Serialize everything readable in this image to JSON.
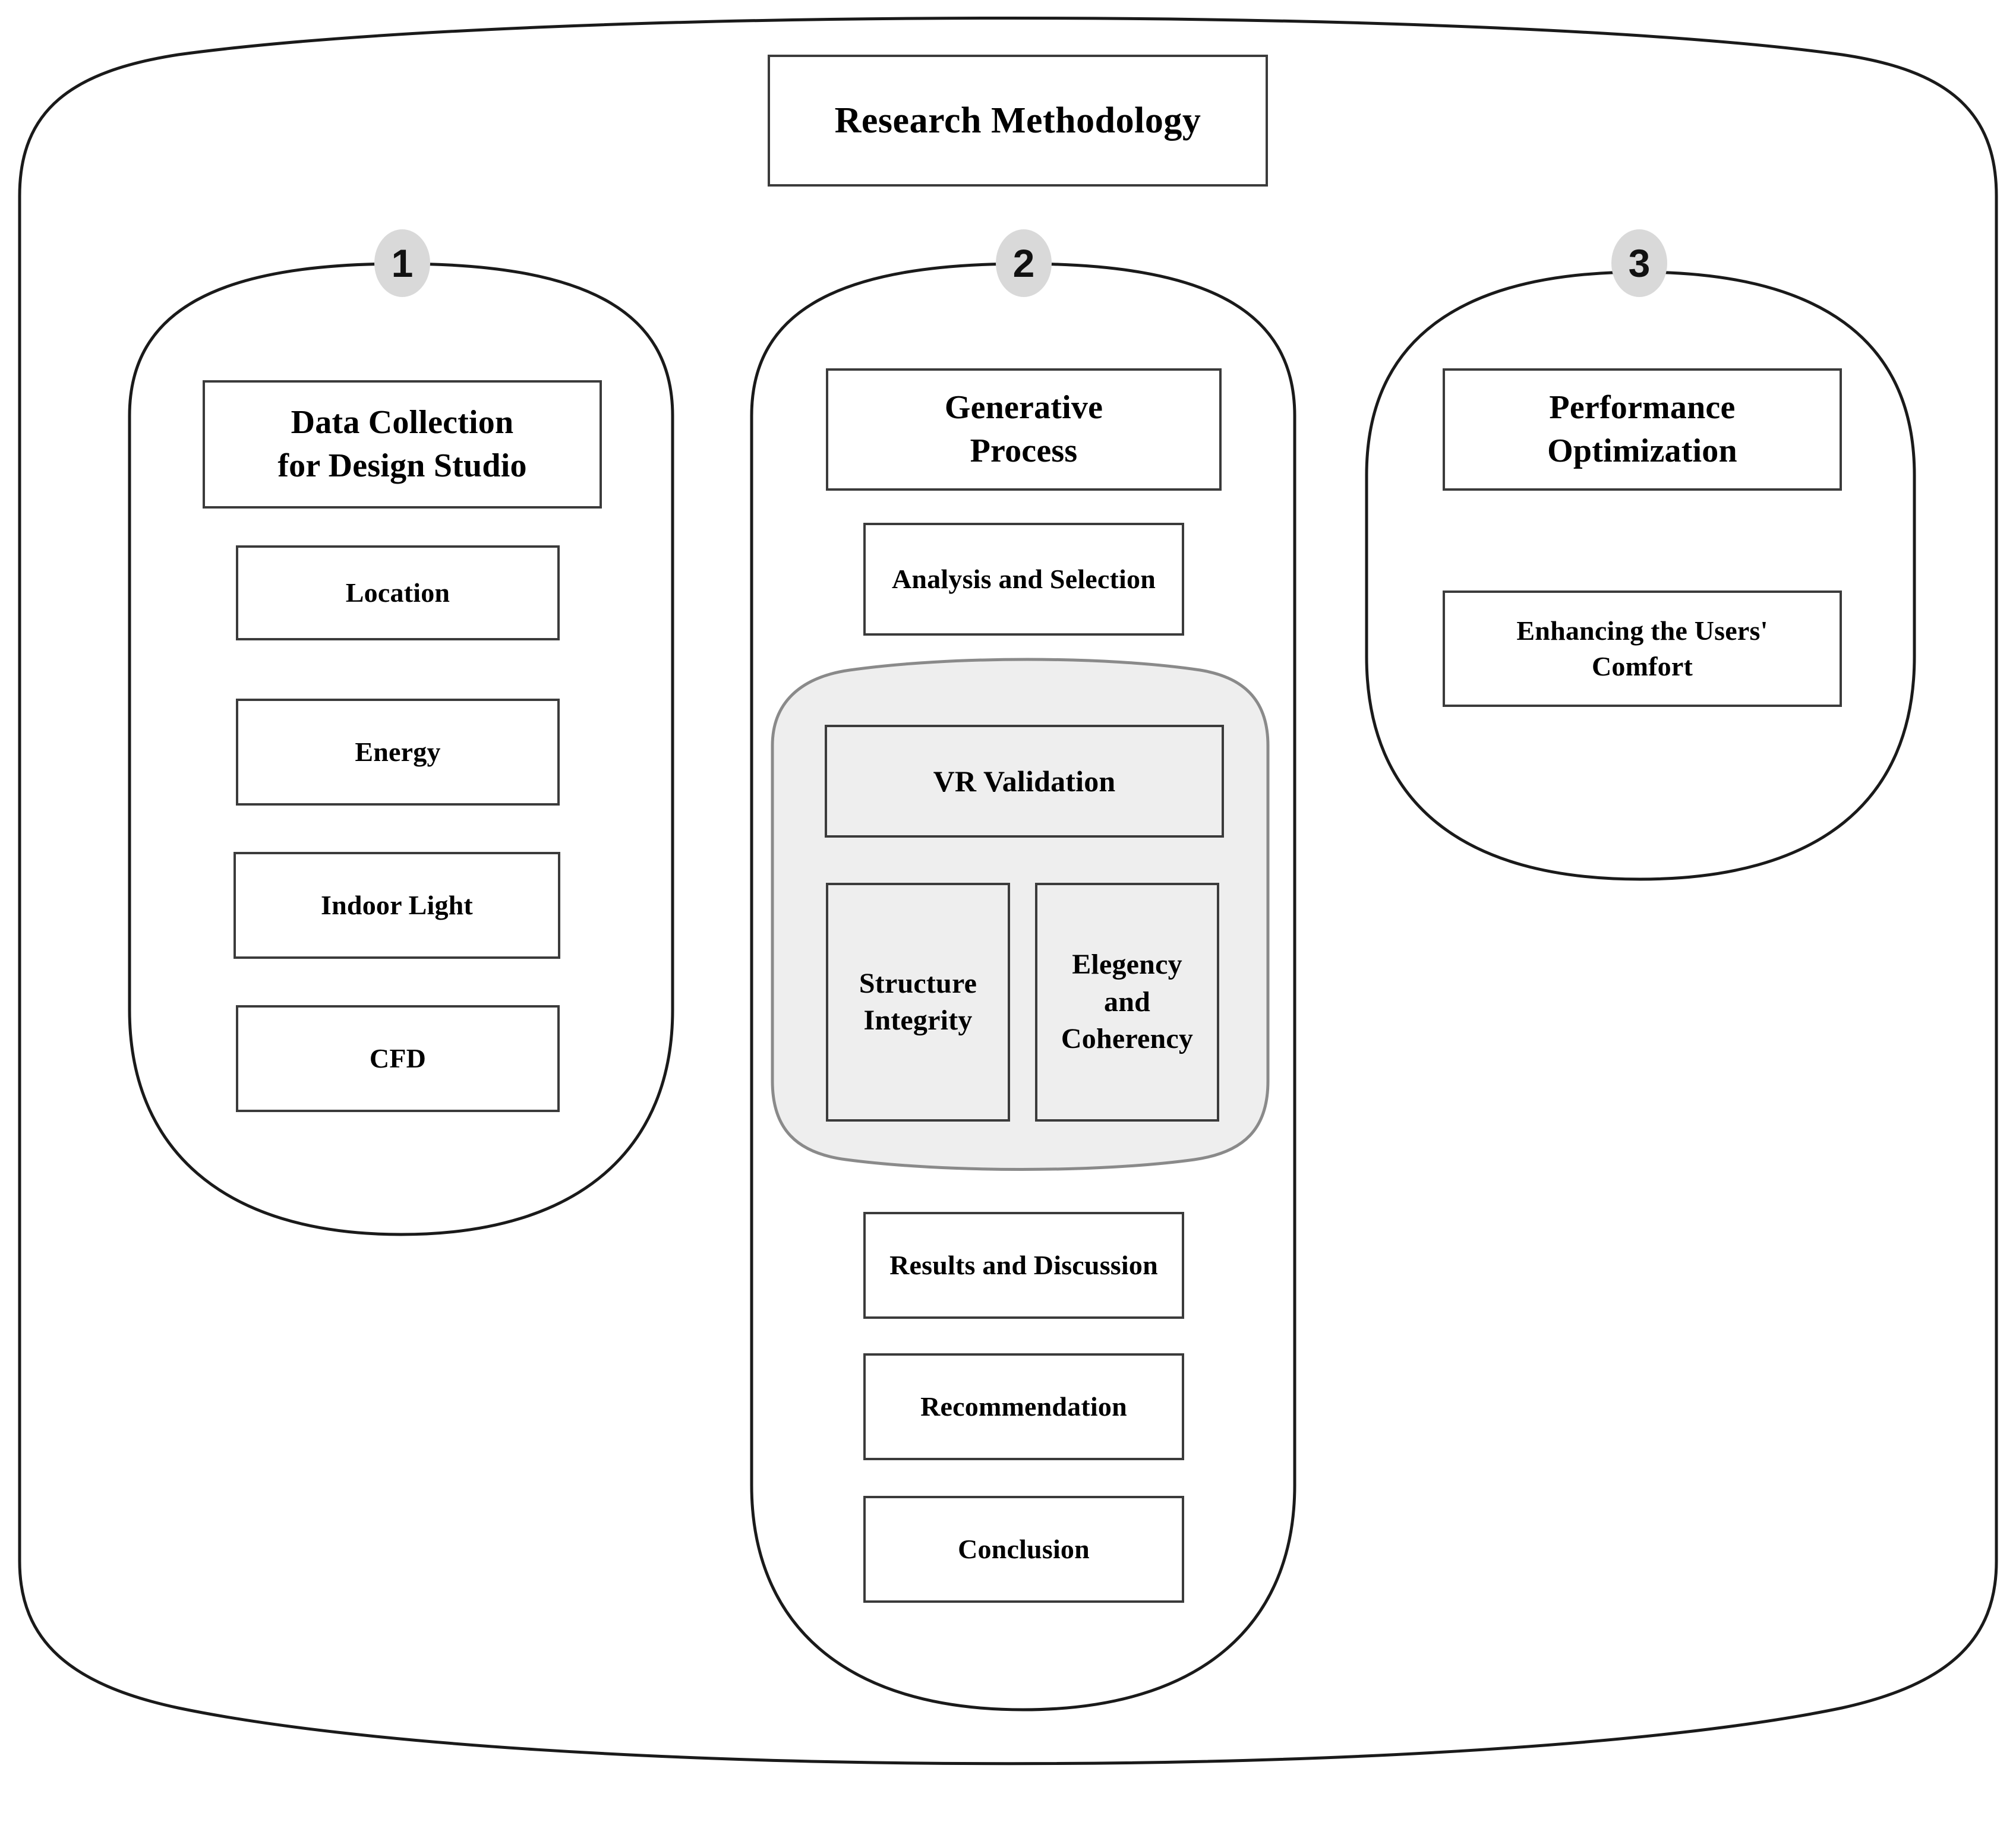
{
  "diagram": {
    "title": "Research Methodology",
    "outer_frame": {
      "name": "outer-boundary",
      "stroke": "#1a1a1a"
    },
    "colors": {
      "node_border": "#3b3b3b",
      "node_fill": "#ffffff",
      "badge_fill": "#d9d9d9",
      "group_fill": "#eeeeee",
      "group_border": "#8a8a8a",
      "outline": "#1a1a1a",
      "text": "#000000"
    },
    "columns": [
      {
        "badge": "1",
        "header": "Data Collection\nfor Design Studio",
        "items": [
          {
            "label": "Location"
          },
          {
            "label": "Energy"
          },
          {
            "label": "Indoor Light"
          },
          {
            "label": "CFD"
          }
        ]
      },
      {
        "badge": "2",
        "header": "Generative\nProcess",
        "items": [
          {
            "label": "Analysis and Selection"
          }
        ],
        "group": {
          "header": "VR Validation",
          "sub_items": [
            {
              "label": "Structure\nIntegrity"
            },
            {
              "label": "Elegency\nand\nCoherency"
            }
          ]
        },
        "items_after": [
          {
            "label": "Results and Discussion"
          },
          {
            "label": "Recommendation"
          },
          {
            "label": "Conclusion"
          }
        ]
      },
      {
        "badge": "3",
        "header": "Performance\nOptimization",
        "items": [
          {
            "label": "Enhancing the Users'\nComfort"
          }
        ]
      }
    ]
  }
}
